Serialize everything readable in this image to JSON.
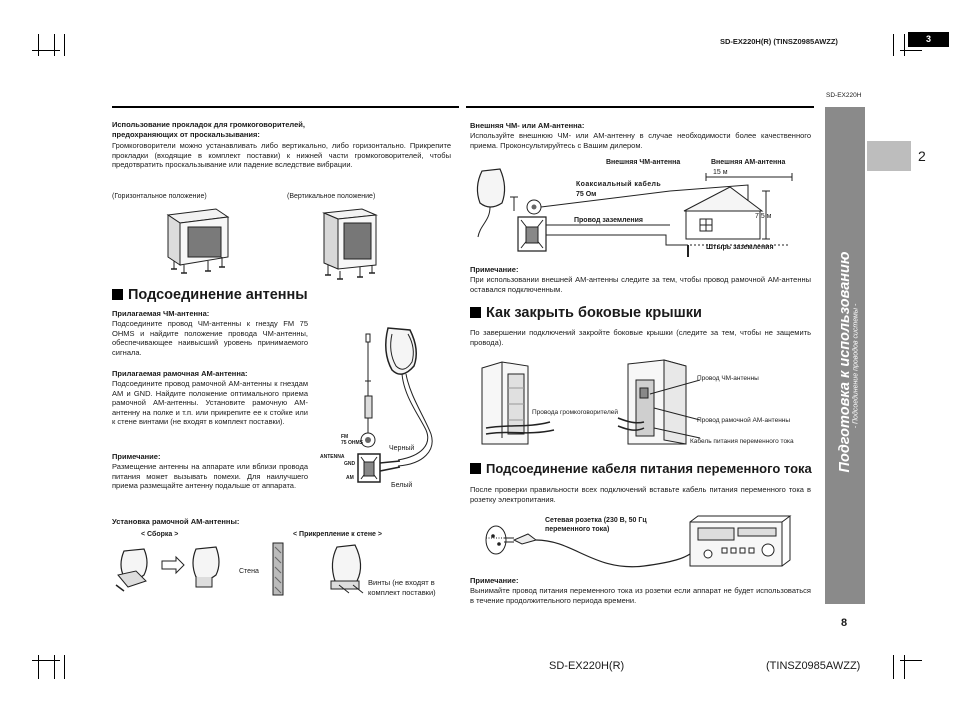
{
  "header": {
    "model_full": "SD-EX220H(R) (TINSZ0985AWZZ)",
    "page_badge": "3",
    "model_small": "SD-EX220H"
  },
  "side_tab": {
    "number": "2",
    "title": "Подготовка к использованию",
    "subtitle": "- Подсоединение проводов системы -"
  },
  "page_number": "8",
  "footer": {
    "model": "SD-EX220H(R)",
    "code": "(TINSZ0985AWZZ)"
  },
  "pads": {
    "title_line1": "Использование прокладок для громкоговорителей,",
    "title_line2": "предохраняющих от проскальзывания:",
    "body": "Громкоговорители можно устанавливать либо вертикально, либо горизонтально. Прикрепите прокладки (входящие в комплект поставки) к нижней части громкоговорителей, чтобы предотвратить проскальзывание или падение вследствие вибрации.",
    "horizontal_caption": "(Горизонтальное положение)",
    "vertical_caption": "(Вертикальное положение)"
  },
  "antenna": {
    "heading": "Подсоединение антенны",
    "fm_title": "Прилагаемая ЧМ-антенна:",
    "fm_body": "Подсоедините провод ЧМ-антенны к гнезду FM 75 OHMS и найдите положение провода ЧМ-антенны, обеспечивающее наивысший уровень принимаемого сигнала.",
    "am_title": "Прилагаемая рамочная АМ-антенна:",
    "am_body": "Подсоедините провод рамочной АМ-антенны к гнездам AM и GND. Найдите положение оптимального приема рамочной АМ-антенны. Установите рамочную АМ-антенну на полке и т.п. или прикрепите ее к стойке или к стене винтами (не входят в комплект поставки).",
    "note_title": "Примечание:",
    "note_body": "Размещение антенны на аппарате или вблизи провода питания может вызывать помехи. Для наилучшего приема размещайте антенну подальше от аппарата.",
    "label_black": "Черный",
    "label_white": "Белый",
    "panel_fm": "FM",
    "panel_ohms": "75 OHMS",
    "panel_antenna": "ANTENNA",
    "panel_gnd": "GND",
    "panel_am": "AM"
  },
  "loop_install": {
    "title": "Установка рамочной АМ-антенны:",
    "assembly": "< Сборка >",
    "wall_mount": "< Прикрепление к стене >",
    "wall_label": "Стена",
    "screws_label": "Винты (не входят в комплект поставки)"
  },
  "external": {
    "title": "Внешняя ЧМ- или АМ-антенна:",
    "body": "Используйте внешнюю ЧМ- или АМ-антенну в случае необходимости более качественного приема. Проконсультируйтесь с Вашим дилером.",
    "label_ext_fm": "Внешняя ЧМ-антенна",
    "label_ext_am": "Внешняя АМ-антенна",
    "label_15m": "15 м",
    "label_coax": "Коаксиальный кабель",
    "label_75ohm": "75 Ом",
    "label_ground_wire": "Провод заземления",
    "label_ground_rod": "Штырь заземления",
    "label_75m": "7,5 м",
    "note_title": "Примечание:",
    "note_body": "При использовании внешней АМ-антенны следите за тем, чтобы провод рамочной АМ-антенны оставался подключенным."
  },
  "covers": {
    "heading": "Как закрыть боковые крышки",
    "body": "По завершении подключений закройте боковые крышки (следите за тем, чтобы не защемить провода).",
    "label_speaker_wire": "Провода громкоговорителей",
    "label_fm_wire": "Провод ЧМ-антенны",
    "label_am_wire": "Провод рамочной АМ-антенны",
    "label_power_cable": "Кабель питания переменного тока"
  },
  "power": {
    "heading": "Подсоединение кабеля питания переменного тока",
    "body": "После проверки правильности всех подключений вставьте кабель питания переменного тока в розетку электропитания.",
    "outlet_label": "Сетевая розетка (230 В, 50 Гц переменного тока)",
    "note_title": "Примечание:",
    "note_body": "Вынимайте провод питания переменного тока из розетки если аппарат не будет использоваться в течение продолжительного периода времени."
  }
}
